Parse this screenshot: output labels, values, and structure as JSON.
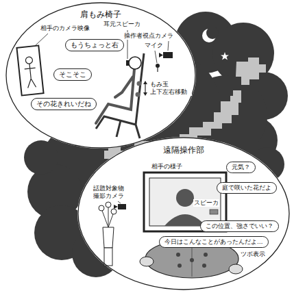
{
  "diagram": {
    "nodes": [
      {
        "text": [
          "肩もみ椅子"
        ]
      },
      {
        "text": [
          "もうちょっと右"
        ],
        "in": 0
      },
      {
        "text": [
          "そこそこ"
        ],
        "in": 0
      },
      {
        "text": [
          "その花きれいだね"
        ],
        "in": 0
      },
      {
        "text": [
          "遠隔操作部"
        ]
      },
      {
        "text": [
          "元気？"
        ],
        "in": 4
      },
      {
        "text": [
          "庭で咲いた花だよ"
        ],
        "in": 4
      },
      {
        "text": [
          "この位置、強さでいい？"
        ],
        "in": 4
      },
      {
        "text": [
          "今日はこんなことがあったんだよ…"
        ],
        "in": 4
      }
    ],
    "labels": [
      "相手のカメラ映像",
      "耳元スピーカ",
      "操作者視点カメラ",
      "マイク",
      "もみ玉 上下左右移動",
      "相手の様子",
      "話題対象物 撮影カメラ",
      "スピーカ",
      "ツボ表示"
    ]
  }
}
